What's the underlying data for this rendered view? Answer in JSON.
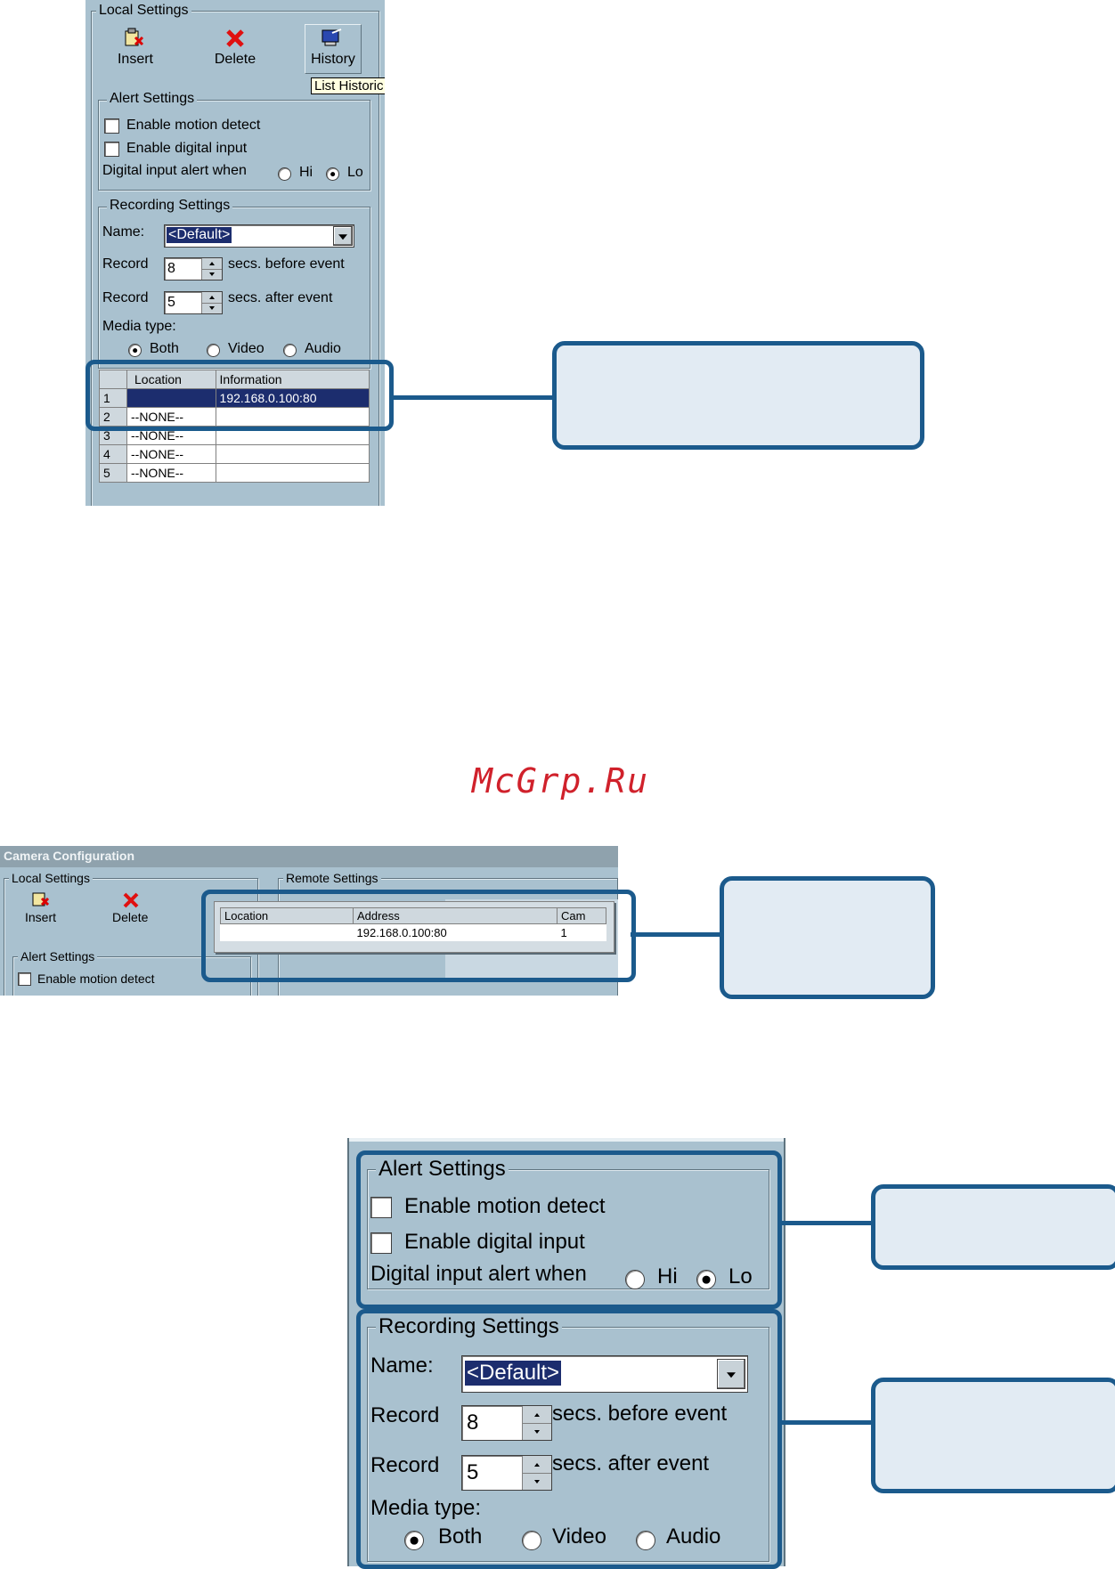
{
  "shot1": {
    "local_settings": "Local Settings",
    "toolbar": {
      "insert": "Insert",
      "delete": "Delete",
      "history": "History"
    },
    "tooltip": "List Historic",
    "alert_settings": {
      "legend": "Alert Settings",
      "motion": "Enable motion detect",
      "digital": "Enable digital input",
      "alert_when": "Digital input alert when",
      "hi": "Hi",
      "lo": "Lo"
    },
    "recording_settings": {
      "legend": "Recording Settings",
      "name_label": "Name:",
      "name_value": "<Default>",
      "record_label": "Record",
      "before_value": "8",
      "before_text": "secs. before event",
      "after_value": "5",
      "after_text": "secs. after event",
      "media_label": "Media type:",
      "both": "Both",
      "video": "Video",
      "audio": "Audio"
    },
    "table": {
      "headers": [
        "Location",
        "Information"
      ],
      "rows": [
        {
          "num": "1",
          "location": "",
          "info": "192.168.0.100:80"
        },
        {
          "num": "2",
          "location": "--NONE--",
          "info": ""
        },
        {
          "num": "3",
          "location": "--NONE--",
          "info": ""
        },
        {
          "num": "4",
          "location": "--NONE--",
          "info": ""
        },
        {
          "num": "5",
          "location": "--NONE--",
          "info": ""
        }
      ]
    }
  },
  "watermark": "McGrp.Ru",
  "shot2": {
    "title": "Camera Configuration",
    "local_settings": "Local Settings",
    "remote_settings": "Remote Settings",
    "insert": "Insert",
    "delete": "Delete",
    "alert_settings": "Alert Settings",
    "motion": "Enable motion detect",
    "popup": {
      "headers": [
        "Location",
        "Address",
        "Cam"
      ],
      "row": {
        "location": "",
        "address": "192.168.0.100:80",
        "cam": "1"
      }
    }
  },
  "shot3": {
    "alert_settings": {
      "legend": "Alert Settings",
      "motion": "Enable motion detect",
      "digital": "Enable digital input",
      "alert_when": "Digital input alert when",
      "hi": "Hi",
      "lo": "Lo"
    },
    "recording_settings": {
      "legend": "Recording Settings",
      "name_label": "Name:",
      "name_value": "<Default>",
      "record_label": "Record",
      "before_value": "8",
      "before_text": "secs. before event",
      "after_value": "5",
      "after_text": "secs. after event",
      "media_label": "Media type:",
      "both": "Both",
      "video": "Video",
      "audio": "Audio"
    }
  },
  "colors": {
    "callout_border": "#1b5a8c",
    "callout_fill": "#e2ebf3",
    "panel": "#a9c1cf",
    "watermark": "#d0212b"
  }
}
